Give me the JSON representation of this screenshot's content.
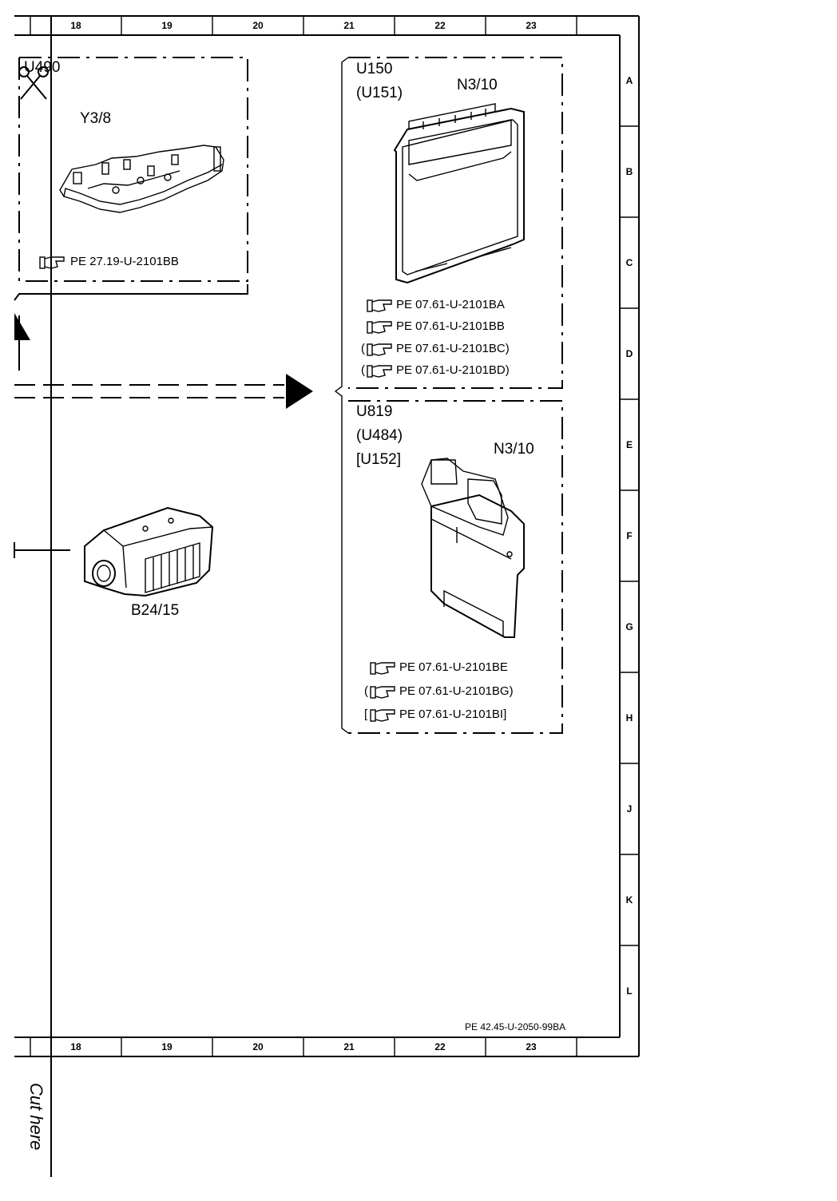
{
  "sheet": {
    "columns": [
      "18",
      "19",
      "20",
      "21",
      "22",
      "23"
    ],
    "rows": [
      "A",
      "B",
      "C",
      "D",
      "E",
      "F",
      "G",
      "H",
      "J",
      "K",
      "L"
    ],
    "drawing_number": "PE 42.45-U-2050-99BA",
    "cut_text": "Cut here"
  },
  "components": {
    "y3_8": {
      "partial_code": "U490",
      "label": "Y3/8",
      "refs": [
        "PE 27.19-U-2101BB"
      ]
    },
    "n3_10_top": {
      "codes": [
        "U150",
        "(U151)"
      ],
      "label": "N3/10",
      "refs": [
        "PE 07.61-U-2101BA",
        "PE 07.61-U-2101BB",
        "(",
        "PE 07.61-U-2101BC)",
        "(",
        "PE 07.61-U-2101BD)"
      ]
    },
    "n3_10_bottom": {
      "codes": [
        "U819",
        "(U484)",
        "[U152]"
      ],
      "label": "N3/10",
      "refs": [
        "PE 07.61-U-2101BE",
        "(",
        "PE 07.61-U-2101BG)",
        "[",
        "PE 07.61-U-2101BI]"
      ]
    },
    "b24_15": {
      "label": "B24/15"
    }
  },
  "icons": {
    "scissors": "scissors-icon",
    "reference": "pointing-hand-icon",
    "arrow_up": "arrow-up-icon",
    "arrow_right": "arrow-right-icon"
  }
}
